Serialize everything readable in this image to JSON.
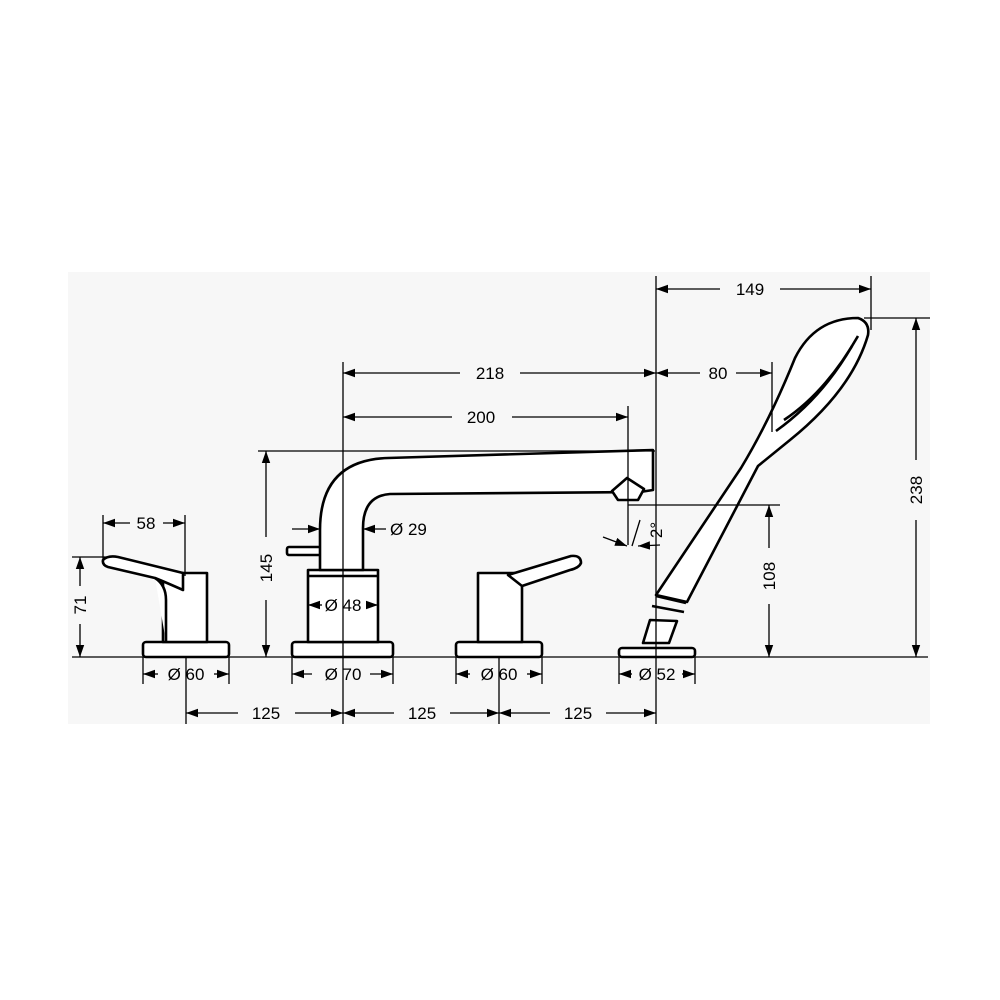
{
  "dimensions": {
    "left_lever_width": "58",
    "left_lever_height": "71",
    "left_base_diameter": "Ø 60",
    "spout_reach_outer": "218",
    "spout_reach_inner": "200",
    "spout_height": "145",
    "spout_neck_diameter": "Ø 29",
    "spout_body_diameter": "Ø 48",
    "spout_base_diameter": "Ø 70",
    "right_base_diameter": "Ø 60",
    "outlet_angle": "2°",
    "shower_total_width": "149",
    "shower_offset": "80",
    "shower_total_height": "238",
    "shower_holder_height": "108",
    "shower_base_diameter": "Ø 52",
    "spacing_1": "125",
    "spacing_2": "125",
    "spacing_3": "125"
  }
}
